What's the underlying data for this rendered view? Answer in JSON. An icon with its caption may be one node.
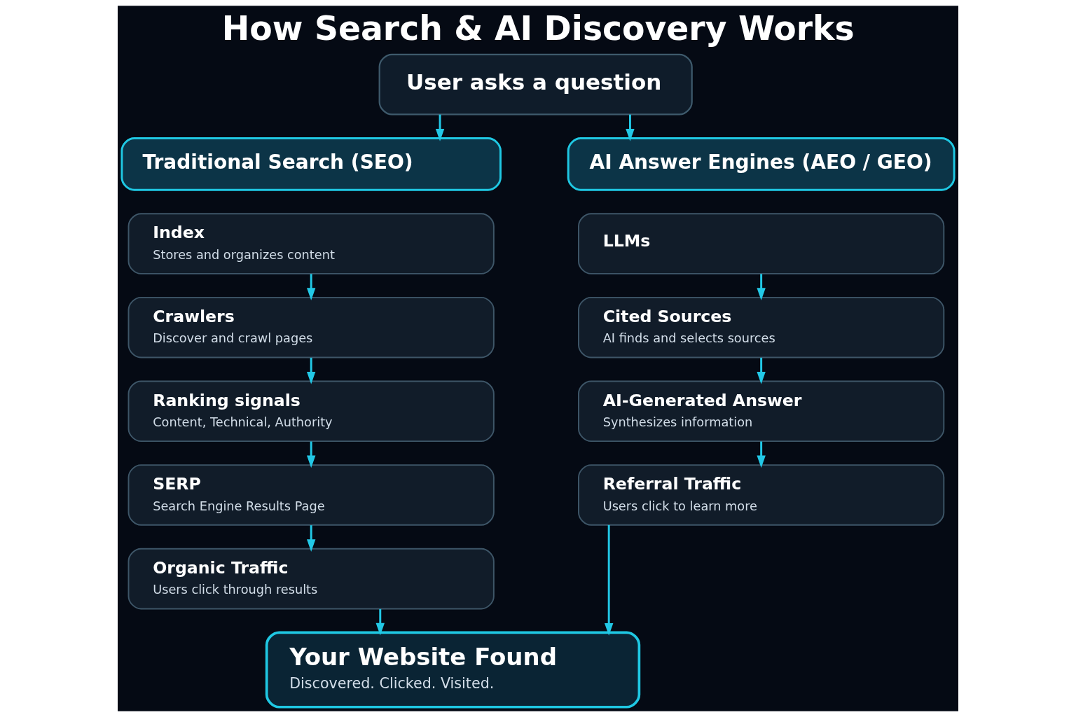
{
  "diagram": {
    "title": "How Search & AI Discovery Works",
    "nodes": [
      {
        "text": [
          "User asks a question"
        ]
      },
      {
        "text": [
          "Traditional Search (SEO)"
        ]
      },
      {
        "text": [
          "Index",
          "Stores and organizes content"
        ]
      },
      {
        "text": [
          "Crawlers",
          "Discover and crawl pages"
        ]
      },
      {
        "text": [
          "Ranking signals",
          "Content, Technical, Authority"
        ]
      },
      {
        "text": [
          "SERP",
          "Search Engine Results Page"
        ]
      },
      {
        "text": [
          "Organic Traffic",
          "Users click through results"
        ]
      },
      {
        "text": [
          "AI Answer Engines (AEO / GEO)"
        ]
      },
      {
        "text": [
          "LLMs"
        ]
      },
      {
        "text": [
          "Cited Sources",
          "AI finds and selects sources"
        ]
      },
      {
        "text": [
          "AI-Generated Answer",
          "Synthesizes information"
        ]
      },
      {
        "text": [
          "Referral Traffic",
          "Users click to learn more"
        ]
      },
      {
        "text": [
          "Your Website Found",
          "Discovered. Clicked. Visited."
        ]
      }
    ],
    "edges": [
      {
        "from": 0,
        "to": 1,
        "arrow": "to"
      },
      {
        "from": 0,
        "to": 7,
        "arrow": "to"
      },
      {
        "from": 2,
        "to": 3,
        "arrow": "to"
      },
      {
        "from": 3,
        "to": 4,
        "arrow": "to"
      },
      {
        "from": 4,
        "to": 5,
        "arrow": "to"
      },
      {
        "from": 5,
        "to": 6,
        "arrow": "to"
      },
      {
        "from": 8,
        "to": 9,
        "arrow": "to"
      },
      {
        "from": 9,
        "to": 10,
        "arrow": "to"
      },
      {
        "from": 10,
        "to": 11,
        "arrow": "to"
      },
      {
        "from": 6,
        "to": 12,
        "arrow": "to"
      },
      {
        "from": 11,
        "to": 12,
        "arrow": "to"
      }
    ]
  }
}
